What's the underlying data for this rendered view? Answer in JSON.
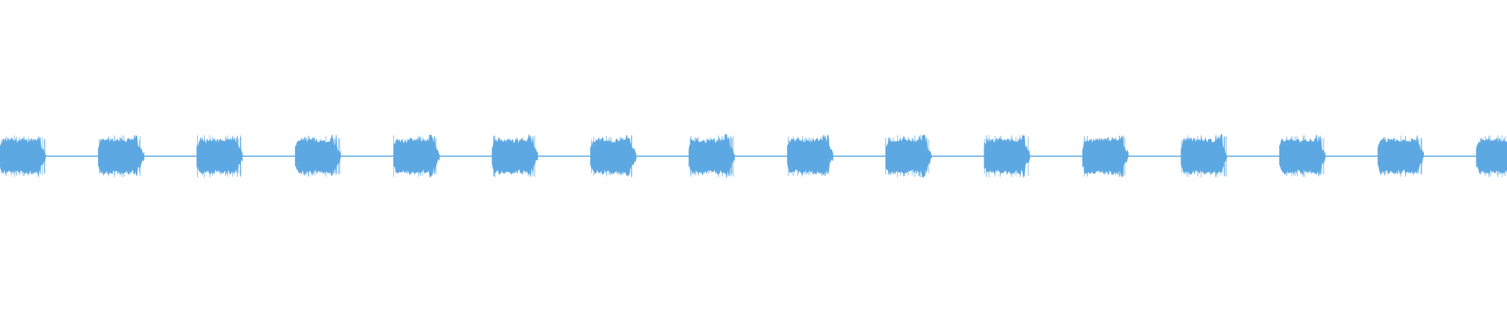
{
  "waveform": {
    "color": "#5DA8E2",
    "background": "#ffffff",
    "burst_count": 16,
    "peak_amplitude": 1.0,
    "baseline_amplitude": 0.02
  }
}
